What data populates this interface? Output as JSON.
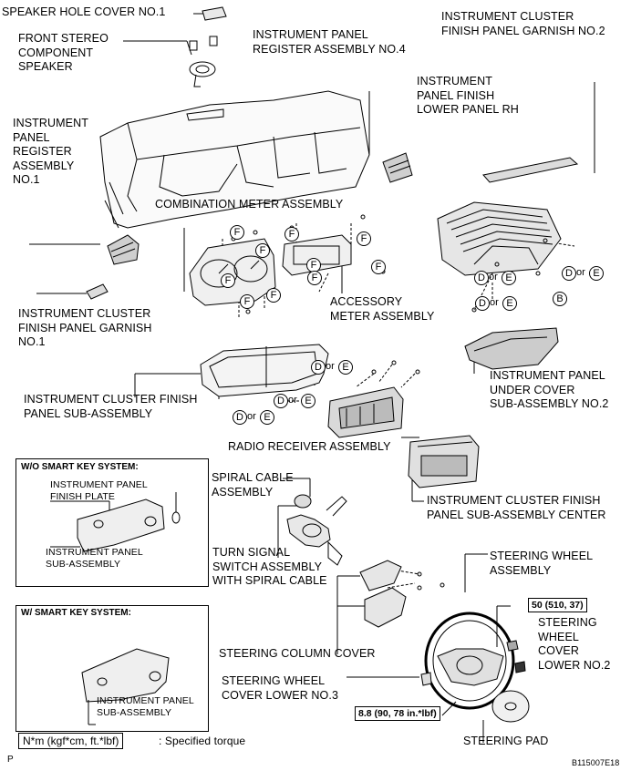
{
  "labels": {
    "speaker_hole_cover": "SPEAKER HOLE COVER NO.1",
    "front_stereo": "FRONT STEREO\nCOMPONENT\nSPEAKER",
    "register_no4": "INSTRUMENT PANEL\nREGISTER ASSEMBLY NO.4",
    "cluster_garnish_no2": "INSTRUMENT CLUSTER\nFINISH PANEL GARNISH NO.2",
    "finish_lower_rh": "INSTRUMENT\nPANEL FINISH\nLOWER PANEL RH",
    "register_no1": "INSTRUMENT\nPANEL\nREGISTER\nASSEMBLY\nNO.1",
    "combination_meter": "COMBINATION METER ASSEMBLY",
    "cluster_garnish_no1": "INSTRUMENT CLUSTER\nFINISH PANEL GARNISH\nNO.1",
    "accessory_meter": "ACCESSORY\nMETER ASSEMBLY",
    "cluster_finish_sub": "INSTRUMENT CLUSTER FINISH\nPANEL SUB-ASSEMBLY",
    "under_cover_no2": "INSTRUMENT PANEL\nUNDER COVER\nSUB-ASSEMBLY NO.2",
    "radio_receiver": "RADIO RECEIVER ASSEMBLY",
    "cluster_finish_center": "INSTRUMENT CLUSTER FINISH\nPANEL SUB-ASSEMBLY CENTER",
    "spiral_cable": "SPIRAL CABLE\nASSEMBLY",
    "turn_signal": "TURN SIGNAL\nSWITCH ASSEMBLY\nWITH SPIRAL CABLE",
    "steering_wheel": "STEERING WHEEL\nASSEMBLY",
    "wheel_cover_no2": "STEERING\nWHEEL\nCOVER\nLOWER NO.2",
    "column_cover": "STEERING COLUMN COVER",
    "wheel_cover_no3": "STEERING WHEEL\nCOVER LOWER NO.3",
    "steering_pad": "STEERING PAD"
  },
  "inset_wo": {
    "title": "W/O SMART KEY SYSTEM:",
    "finish_plate": "INSTRUMENT PANEL\nFINISH PLATE",
    "sub_assembly": "INSTRUMENT PANEL\nSUB-ASSEMBLY"
  },
  "inset_w": {
    "title": "W/ SMART KEY SYSTEM:",
    "sub_assembly": "INSTRUMENT PANEL\nSUB-ASSEMBLY"
  },
  "torque": {
    "t50": "50 (510, 37)",
    "t88": "8.8 (90, 78 in.*lbf)"
  },
  "legend": {
    "unit": "N*m (kgf*cm, ft.*lbf)",
    "text": ": Specified torque"
  },
  "clip_codes": {
    "f": "F",
    "b": "B",
    "d_or_e": [
      "D",
      "or",
      "E"
    ]
  },
  "footer": {
    "page_mark": "P",
    "figure_id": "B115007E18"
  }
}
